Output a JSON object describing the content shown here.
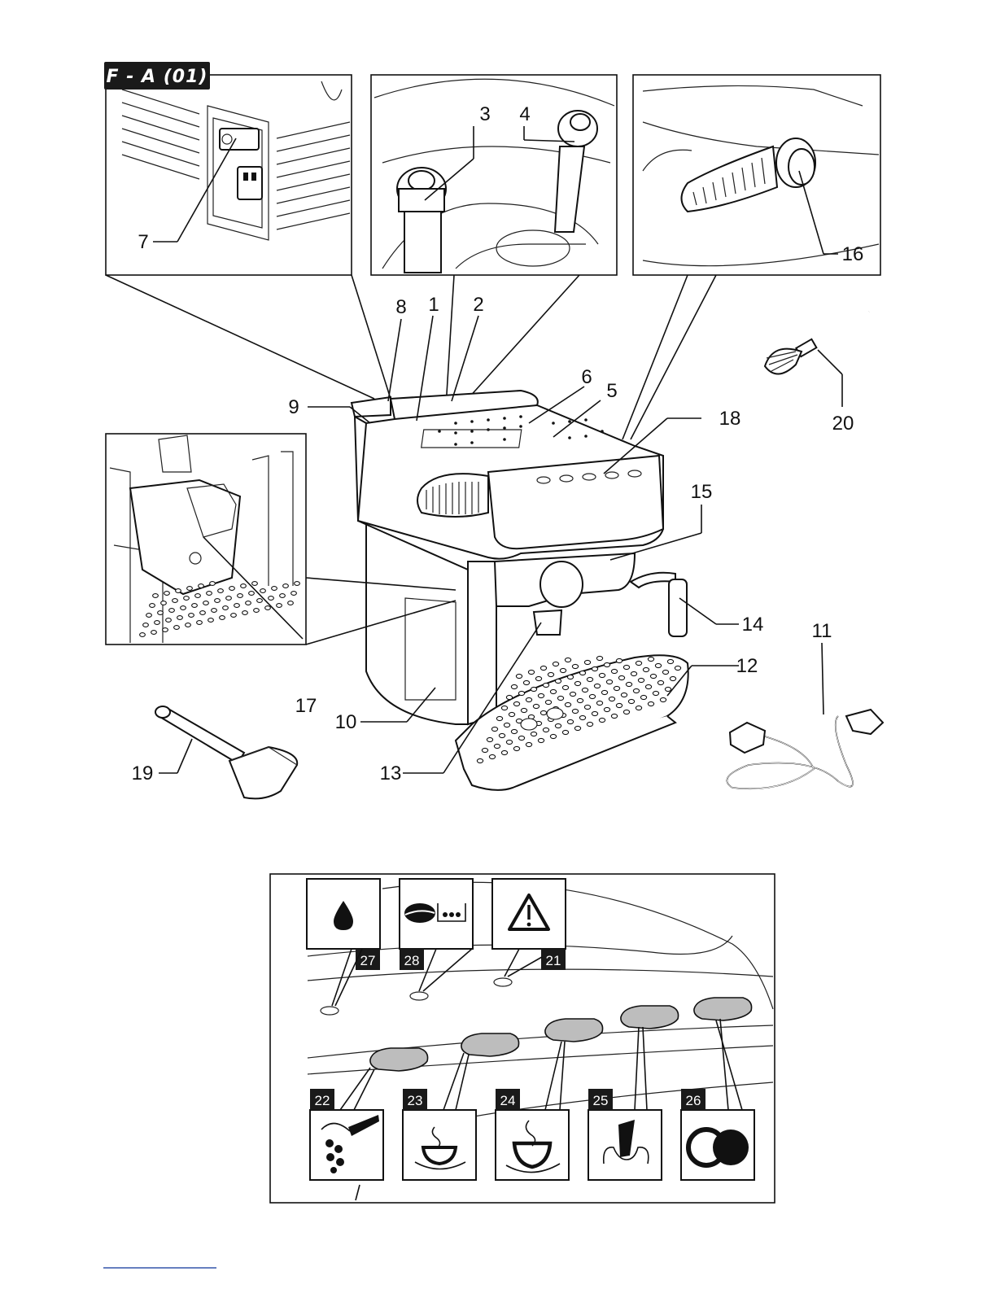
{
  "figure_code": "F - A (01)",
  "callouts": [
    "1",
    "2",
    "3",
    "4",
    "5",
    "6",
    "7",
    "8",
    "9",
    "10",
    "11",
    "12",
    "13",
    "14",
    "15",
    "16",
    "17",
    "18",
    "19",
    "20"
  ],
  "panel_badges": [
    "27",
    "28",
    "21",
    "22",
    "23",
    "24",
    "25",
    "26"
  ],
  "colors": {
    "badge": "#1a1a1a",
    "button": "#bdbdbd",
    "line": "#111111"
  },
  "icons": {
    "27": "water-drop-icon",
    "28": "coffee-bean-level-icon",
    "21": "warning-triangle-icon",
    "22": "steam-wand-icon",
    "23": "small-coffee-cup-icon",
    "24": "large-coffee-cup-icon",
    "25": "hot-water-icon",
    "26": "on-off-icon"
  }
}
